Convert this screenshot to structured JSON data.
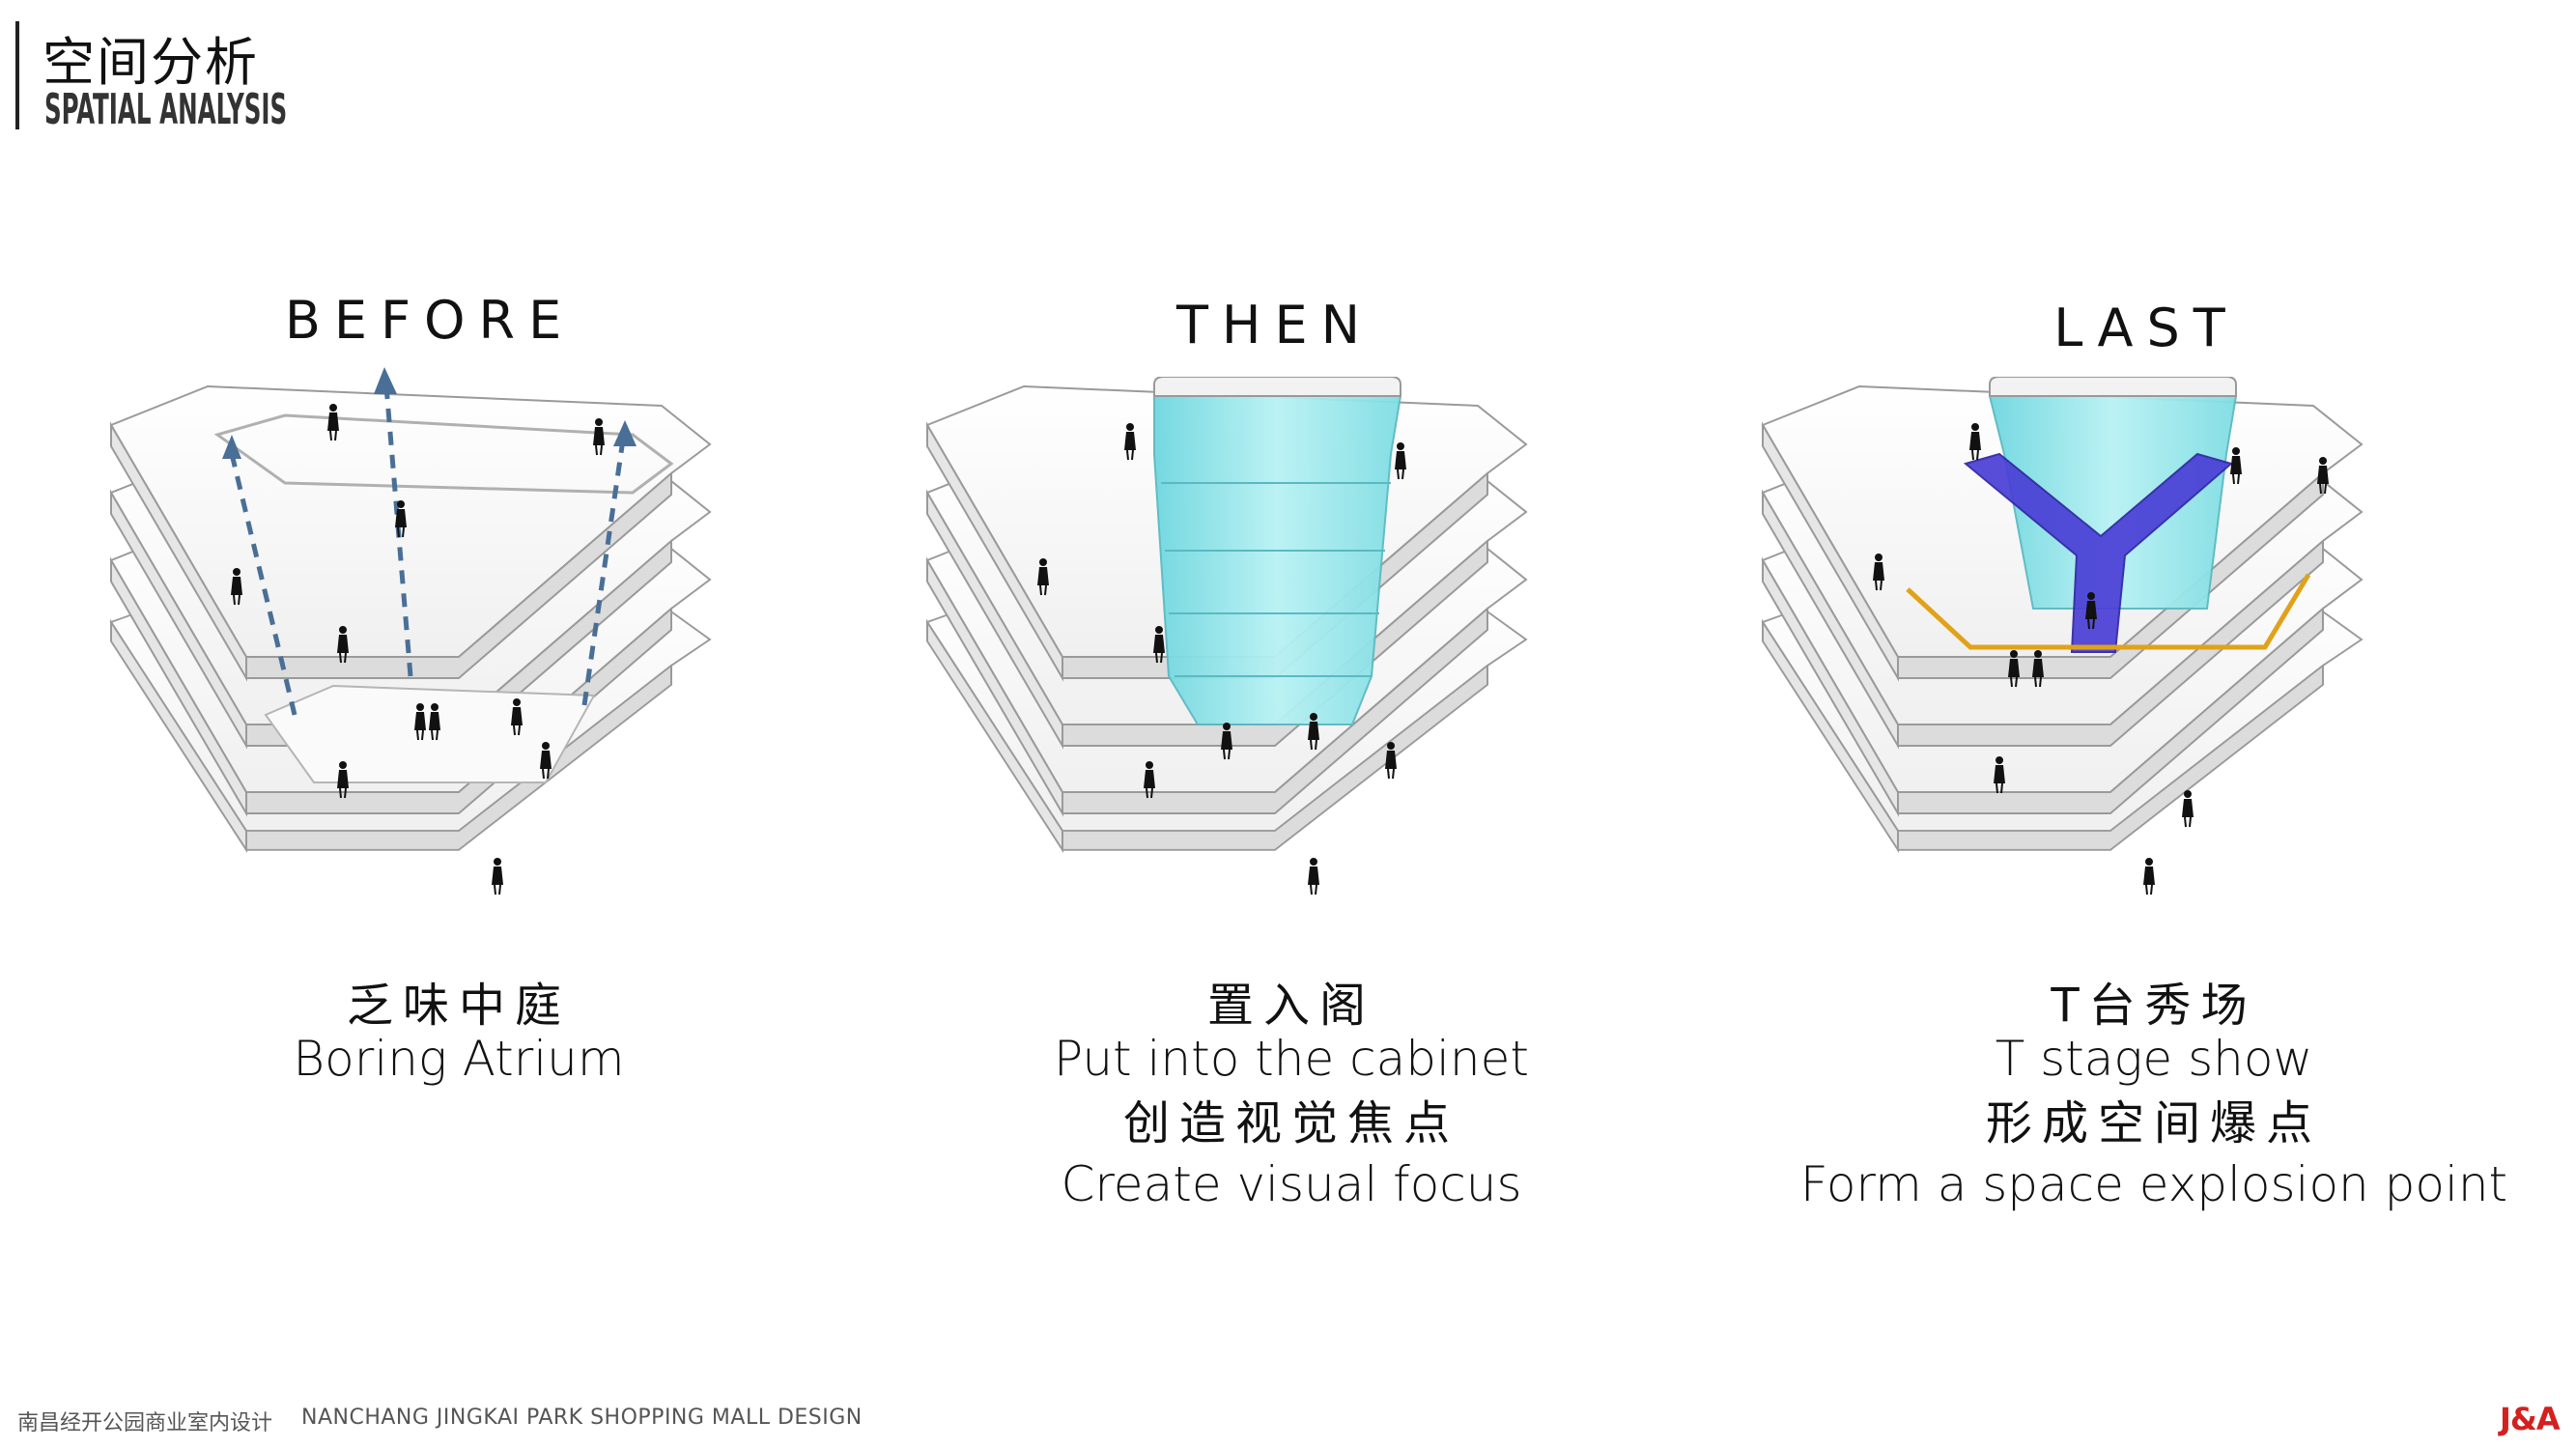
{
  "header": {
    "title_cn": "空间分析",
    "title_en": "SPATIAL ANALYSIS"
  },
  "stages": [
    {
      "label": "BEFORE",
      "caption_cn": "乏味中庭",
      "caption_en": "Boring Atrium",
      "caption_cn2": "",
      "caption_en2": ""
    },
    {
      "label": "THEN",
      "caption_cn": "置入阁",
      "caption_en": "Put into the cabinet",
      "caption_cn2": "创造视觉焦点",
      "caption_en2": "Create visual focus"
    },
    {
      "label": "LAST",
      "caption_cn": "T台秀场",
      "caption_en": "T stage show",
      "caption_cn2": "形成空间爆点",
      "caption_en2": "Form a space explosion point"
    }
  ],
  "footer": {
    "project_cn": "南昌经开公园商业室内设计",
    "project_en": "NANCHANG JINGKAI PARK SHOPPING MALL DESIGN",
    "logo": "J&A"
  },
  "colors": {
    "arrow": "#4a6f96",
    "cabinet": "#8fe3e8",
    "stage": "#4a3fd6",
    "stage_rail": "#e0a21a",
    "logo": "#d4201f"
  }
}
